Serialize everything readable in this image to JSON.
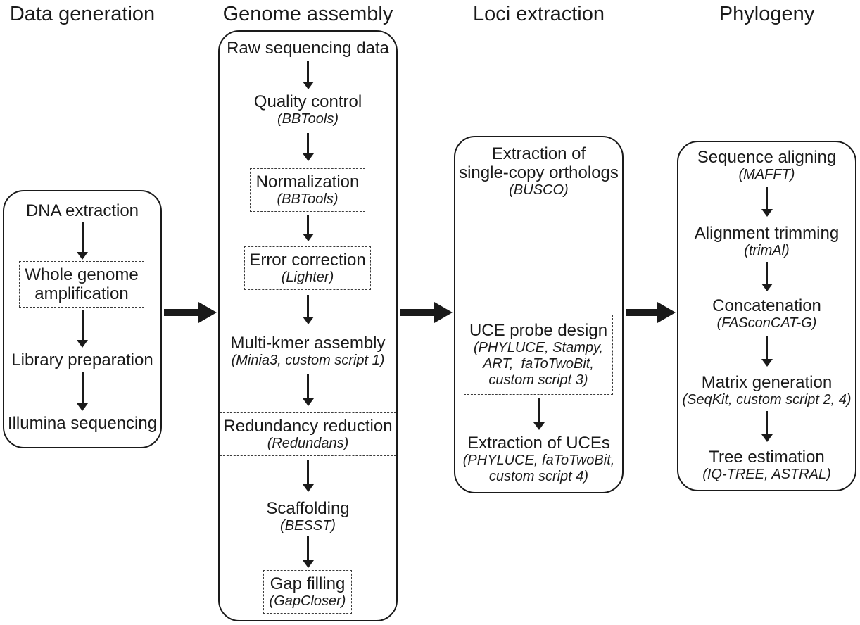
{
  "colors": {
    "ink": "#1a1a1a",
    "background": "#ffffff"
  },
  "columns": [
    {
      "header": "Data generation",
      "nodes": [
        {
          "title_lines": [
            "DNA extraction"
          ],
          "dashed": false
        },
        {
          "title_lines": [
            "Whole genome",
            "amplification"
          ],
          "dashed": true
        },
        {
          "title_lines": [
            "Library preparation"
          ],
          "dashed": false
        },
        {
          "title_lines": [
            "Illumina sequencing"
          ],
          "dashed": false
        }
      ]
    },
    {
      "header": "Genome assembly",
      "nodes": [
        {
          "title_lines": [
            "Raw sequencing data"
          ],
          "tool_lines": [],
          "dashed": false
        },
        {
          "title_lines": [
            "Quality control"
          ],
          "tool_lines": [
            "(BBTools)"
          ],
          "dashed": false
        },
        {
          "title_lines": [
            "Normalization"
          ],
          "tool_lines": [
            "(BBTools)"
          ],
          "dashed": true
        },
        {
          "title_lines": [
            "Error correction"
          ],
          "tool_lines": [
            "(Lighter)"
          ],
          "dashed": true
        },
        {
          "title_lines": [
            "Multi-kmer assembly"
          ],
          "tool_lines": [
            "(Minia3, custom script 1)"
          ],
          "dashed": false
        },
        {
          "title_lines": [
            "Redundancy reduction"
          ],
          "tool_lines": [
            "(Redundans)"
          ],
          "dashed": true
        },
        {
          "title_lines": [
            "Scaffolding"
          ],
          "tool_lines": [
            "(BESST)"
          ],
          "dashed": false
        },
        {
          "title_lines": [
            "Gap filling"
          ],
          "tool_lines": [
            "(GapCloser)"
          ],
          "dashed": true
        }
      ]
    },
    {
      "header": "Loci extraction",
      "nodes": [
        {
          "title_lines": [
            "Extraction of",
            "single-copy orthologs"
          ],
          "tool_lines": [
            "(BUSCO)"
          ],
          "dashed": false
        },
        {
          "title_lines": [
            "UCE probe design"
          ],
          "tool_lines": [
            "(PHYLUCE, Stampy,",
            "ART,  faToTwoBit,",
            "custom script 3)"
          ],
          "dashed": true
        },
        {
          "title_lines": [
            "Extraction of UCEs"
          ],
          "tool_lines": [
            "(PHYLUCE, faToTwoBit,",
            "custom script 4)"
          ],
          "dashed": false
        }
      ]
    },
    {
      "header": "Phylogeny",
      "nodes": [
        {
          "title_lines": [
            "Sequence aligning"
          ],
          "tool_lines": [
            "(MAFFT)"
          ],
          "dashed": false
        },
        {
          "title_lines": [
            "Alignment trimming"
          ],
          "tool_lines": [
            "(trimAl)"
          ],
          "dashed": false
        },
        {
          "title_lines": [
            "Concatenation"
          ],
          "tool_lines": [
            "(FASconCAT-G)"
          ],
          "dashed": false
        },
        {
          "title_lines": [
            "Matrix generation"
          ],
          "tool_lines": [
            "(SeqKit, custom script 2, 4)"
          ],
          "dashed": false
        },
        {
          "title_lines": [
            "Tree estimation"
          ],
          "tool_lines": [
            "(IQ-TREE, ASTRAL)"
          ],
          "dashed": false
        }
      ]
    }
  ]
}
